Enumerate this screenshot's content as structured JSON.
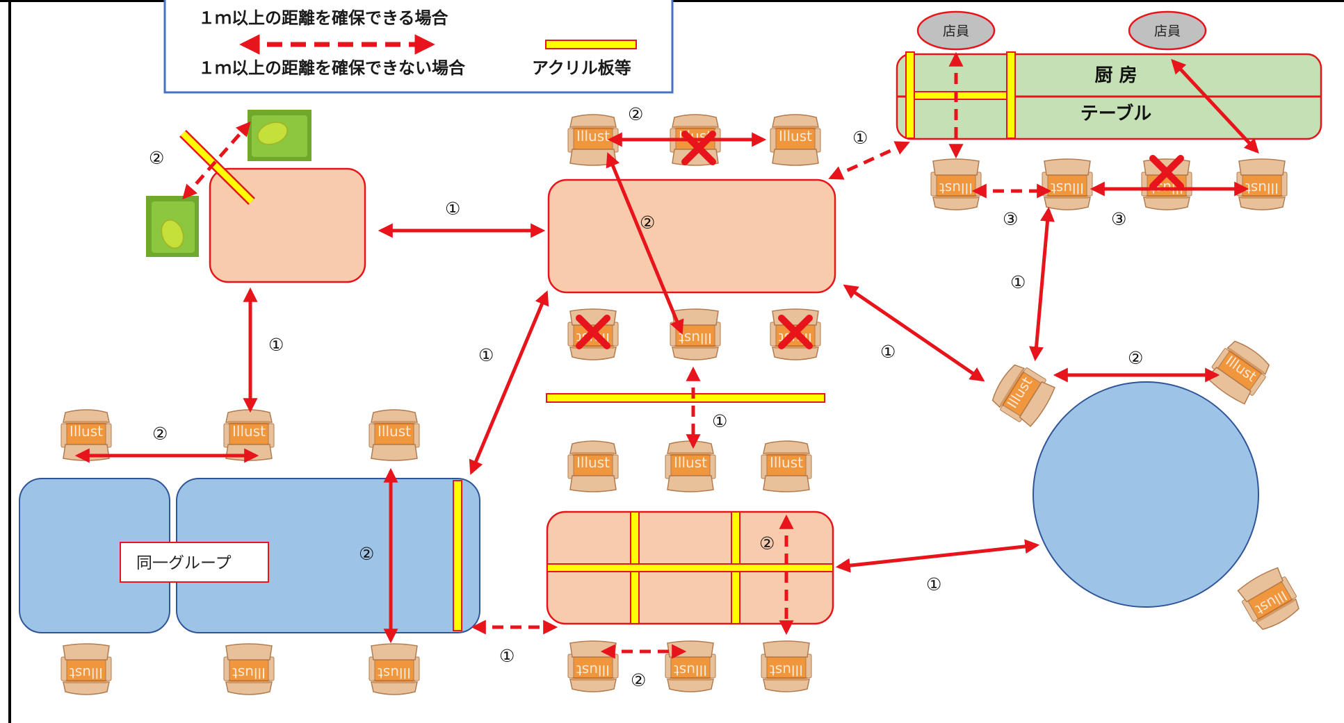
{
  "legend": {
    "possible_label": "１ｍ以上の距離を確保できる場合",
    "impossible_label": "１ｍ以上の距離を確保できない場合",
    "acrylic_label": "アクリル板等"
  },
  "staff": [
    "店員",
    "店員"
  ],
  "kitchen": {
    "kitchen_label": "厨 房",
    "table_label": "テーブル"
  },
  "group_label": "同一グループ",
  "marks": {
    "one": "①",
    "two": "②",
    "three": "③"
  },
  "colors": {
    "arrow": "#e8141b",
    "acrylic_fill": "#ffff00",
    "acrylic_stroke": "#e8141b",
    "pink_table": "#f8cbad",
    "blue_table": "#9dc3e6",
    "chair": "#f0963c",
    "kitchen": "#c5e0b4",
    "staff": "#c0c0c0",
    "sofa": "#8dc63f"
  }
}
